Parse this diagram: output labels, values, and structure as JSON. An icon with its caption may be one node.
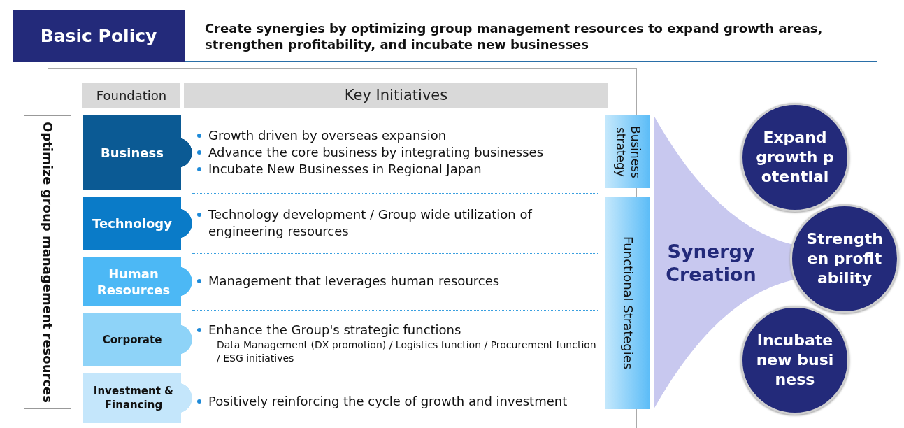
{
  "diagram": {
    "nodes": [
      {
        "text": [
          "Basic Policy"
        ]
      },
      {
        "text": [
          "Create synergies by optimizing group management resources to expand growth areas, strengthen profitability, and incubate new businesses"
        ]
      },
      {
        "text": [
          "Optimize group management resources"
        ]
      },
      {
        "text": [
          "Foundation"
        ]
      },
      {
        "text": [
          "Key Initiatives"
        ]
      },
      {
        "text": [
          "Business"
        ]
      },
      {
        "text": [
          "Technology"
        ]
      },
      {
        "text": [
          "Human Resources"
        ]
      },
      {
        "text": [
          "Corporate"
        ]
      },
      {
        "text": [
          "Investment & Financing"
        ]
      },
      {
        "text": [
          "Growth driven by overseas expansion",
          "Advance the core business by integrating businesses",
          "Incubate New Businesses in Regional Japan"
        ]
      },
      {
        "text": [
          "Technology development / Group wide utilization of engineering resources"
        ]
      },
      {
        "text": [
          "Management that leverages human resources"
        ]
      },
      {
        "text": [
          "Enhance the Group's strategic functions",
          "Data Management (DX promotion) / Logistics function / Procurement function / ESG initiatives"
        ]
      },
      {
        "text": [
          "Positively reinforcing the cycle of growth and investment"
        ]
      },
      {
        "text": [
          "Business strategy"
        ]
      },
      {
        "text": [
          "Functional Strategies"
        ]
      },
      {
        "text": [
          "Synergy Creation"
        ]
      },
      {
        "text": [
          "Expand growth potential"
        ]
      },
      {
        "text": [
          "Strengthen profitability"
        ]
      },
      {
        "text": [
          "Incubate new business"
        ]
      }
    ]
  }
}
